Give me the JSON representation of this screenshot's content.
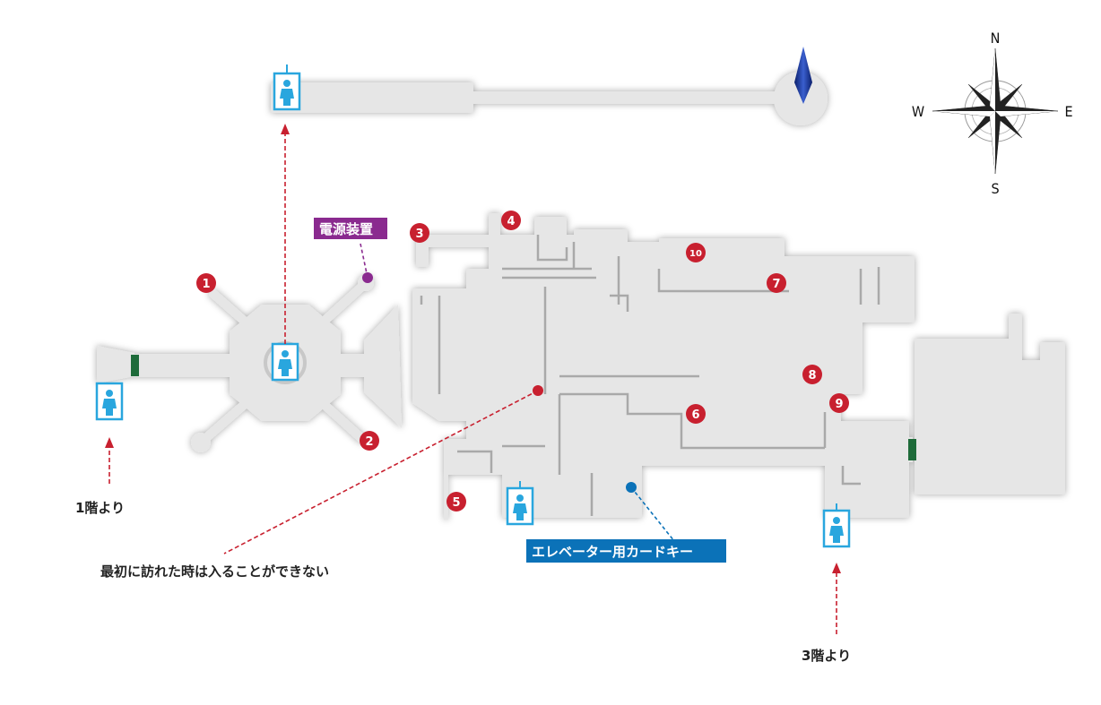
{
  "compass": {
    "n": "N",
    "s": "S",
    "e": "E",
    "w": "W"
  },
  "labels": {
    "power": "電源装置",
    "card_key": "エレベーター用カードキー",
    "first_visit": "最初に訪れた時は入ることができない",
    "from_1f": "1階より",
    "from_3f": "3階より"
  },
  "markers": [
    "1",
    "2",
    "3",
    "4",
    "5",
    "6",
    "7",
    "8",
    "9",
    "10"
  ],
  "colors": {
    "floor": "#e6e6e6",
    "marker": "#c8202f",
    "elevator": "#29a6de",
    "power_tag": "#8a2a8f",
    "card_tag": "#0b72b8",
    "door": "#1e6b3a",
    "path_red": "#c8202f"
  },
  "icons": [
    "elevator-icon",
    "compass-rose-icon",
    "north-pointer-icon"
  ]
}
